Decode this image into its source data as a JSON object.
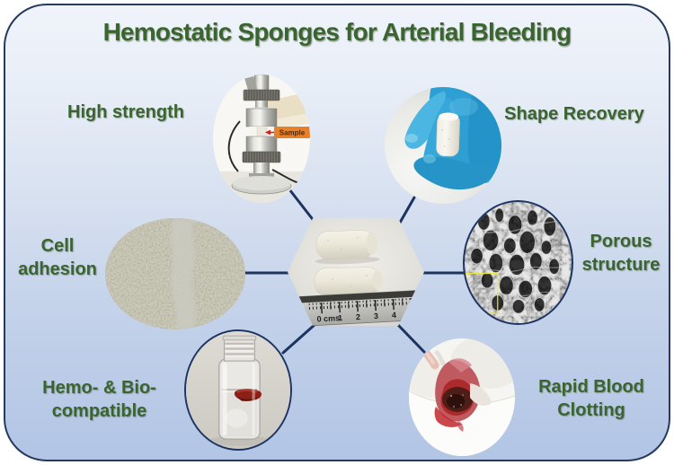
{
  "title": "Hemostatic Sponges for Arterial Bleeding",
  "features": [
    {
      "id": "high-strength",
      "label": "High strength"
    },
    {
      "id": "shape-recovery",
      "label": "Shape Recovery"
    },
    {
      "id": "cell-adhesion",
      "label": "Cell\nadhesion"
    },
    {
      "id": "porous-structure",
      "label": "Porous\nstructure"
    },
    {
      "id": "hemo-bio-compatible",
      "label": "Hemo- & Bio-\ncompatible"
    },
    {
      "id": "rapid-blood-clotting",
      "label": "Rapid Blood\nClotting"
    }
  ],
  "photos": {
    "high_strength": {
      "description": "compression-testing-machine-photo",
      "sample_label": "Sample"
    },
    "shape_recovery": {
      "description": "blue-gloved-hand-holding-white-sponge"
    },
    "cell_adhesion": {
      "description": "cell-adhesion-micrograph"
    },
    "porous_structure": {
      "description": "sem-image-of-porous-sponge"
    },
    "hemo_bio": {
      "description": "glass-vial-with-blood-clot-sample"
    },
    "rapid_clotting": {
      "description": "rat-wound-with-blood-clot"
    }
  },
  "center": {
    "description": "two-hemostatic-sponges-with-ruler",
    "ruler_marks": [
      "0 cms",
      "1",
      "2",
      "3",
      "4"
    ]
  },
  "colors": {
    "accent_green": "#3a6530",
    "connector_navy": "#1d3461",
    "sample_label_orange": "#e5802b",
    "glove_blue": "#2d9fd3"
  }
}
